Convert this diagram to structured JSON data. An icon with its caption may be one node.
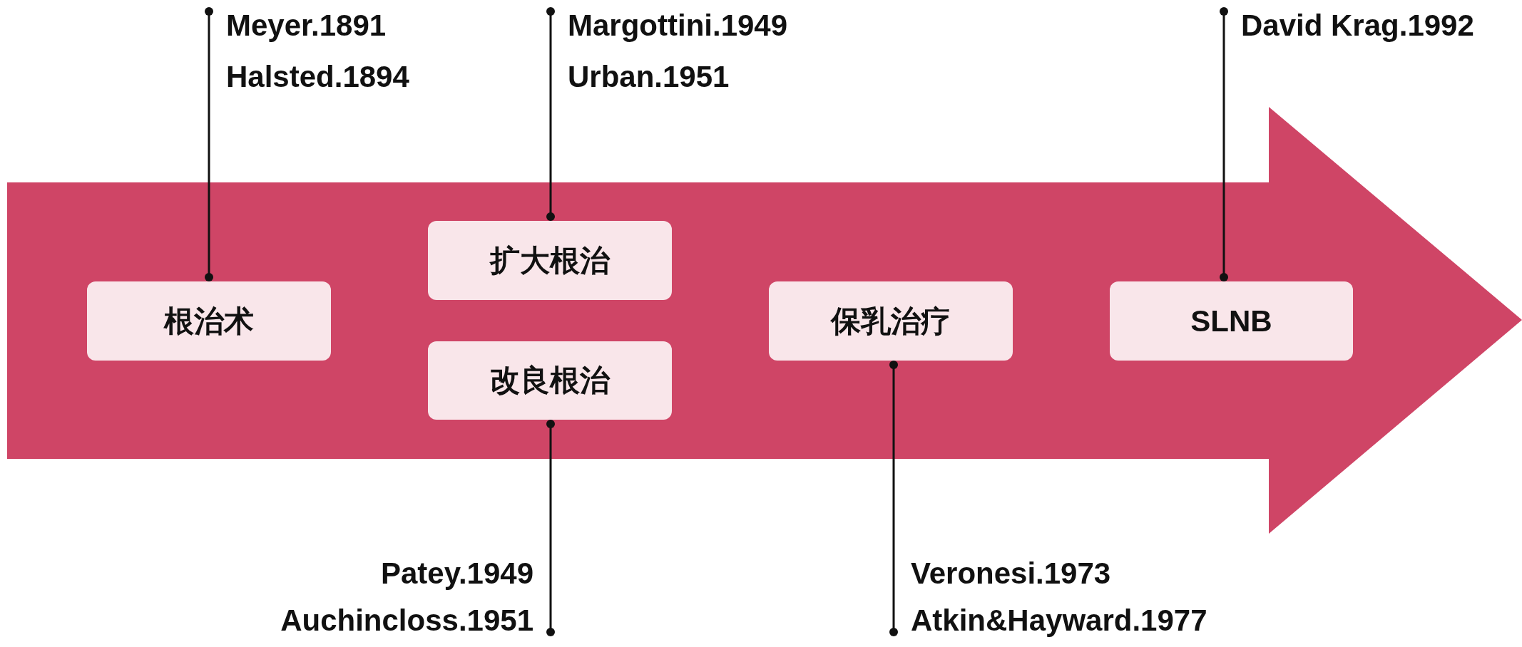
{
  "diagram": {
    "nodes": [
      {
        "text": [
          "根治术"
        ]
      },
      {
        "text": [
          "扩大根治"
        ]
      },
      {
        "text": [
          "改良根治"
        ]
      },
      {
        "text": [
          "保乳治疗"
        ]
      },
      {
        "text": [
          "SLNB"
        ]
      },
      {
        "text": [
          "Meyer.1891",
          "Halsted.1894"
        ]
      },
      {
        "text": [
          "Margottini.1949",
          "Urban.1951"
        ]
      },
      {
        "text": [
          "Patey.1949",
          "Auchincloss.1951"
        ]
      },
      {
        "text": [
          "Veronesi.1973",
          "Atkin&Hayward.1977"
        ]
      },
      {
        "text": [
          "David Krag.1992"
        ]
      }
    ],
    "edges": [
      {
        "from": 5,
        "to": 0,
        "arrow": "other"
      },
      {
        "from": 6,
        "to": 1,
        "arrow": "other"
      },
      {
        "from": 7,
        "to": 2,
        "arrow": "other"
      },
      {
        "from": 8,
        "to": 3,
        "arrow": "other"
      },
      {
        "from": 9,
        "to": 4,
        "arrow": "other"
      }
    ]
  }
}
